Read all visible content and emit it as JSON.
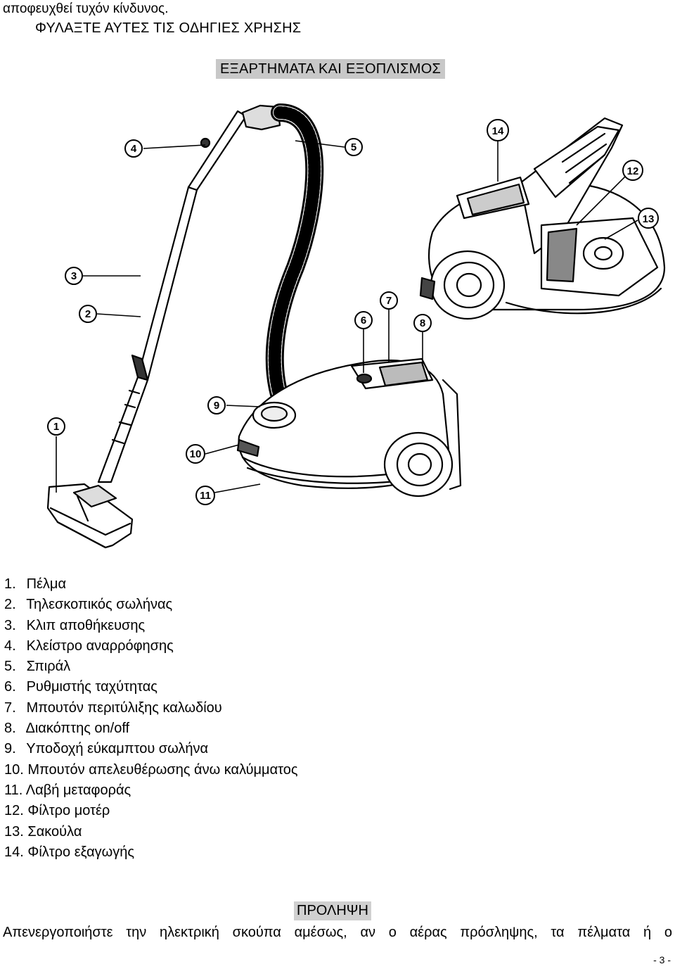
{
  "header": {
    "top_line": "αποφευχθεί τυχόν κίνδυνος.",
    "warning_title": "ΦΥΛΑΞΤΕ ΑΥΤΕΣ ΤΙΣ ΟΔΗΓΙΕΣ ΧΡΗΣΗΣ"
  },
  "section": {
    "title": "ΕΞΑΡΤΗΜΑΤΑ ΚΑΙ ΕΞΟΠΛΙΣΜΟΣ"
  },
  "figure": {
    "labels": [
      "1",
      "2",
      "3",
      "4",
      "5",
      "6",
      "7",
      "8",
      "9",
      "10",
      "11",
      "12",
      "13",
      "14"
    ]
  },
  "parts": [
    {
      "num": "1.",
      "text": "Πέλμα"
    },
    {
      "num": "2.",
      "text": "Τηλεσκοπικός σωλήνας"
    },
    {
      "num": "3.",
      "text": "Κλιπ αποθήκευσης"
    },
    {
      "num": "4.",
      "text": "Κλείστρο αναρρόφησης"
    },
    {
      "num": "5.",
      "text": "Σπιράλ"
    },
    {
      "num": "6.",
      "text": "Ρυθμιστής ταχύτητας"
    },
    {
      "num": "7.",
      "text": "Μπουτόν περιτύλιξης καλωδίου"
    },
    {
      "num": "8.",
      "text": "Διακόπτης on/off"
    },
    {
      "num": "9.",
      "text": "Υποδοχή εύκαμπτου σωλήνα"
    },
    {
      "num": "10.",
      "text": "Μπουτόν απελευθέρωσης άνω καλύμματος"
    },
    {
      "num": "11.",
      "text": "Λαβή μεταφοράς"
    },
    {
      "num": "12.",
      "text": "Φίλτρο μοτέρ"
    },
    {
      "num": "13.",
      "text": "Σακούλα"
    },
    {
      "num": "14.",
      "text": "Φίλτρο εξαγωγής"
    }
  ],
  "caution": {
    "title": "ΠΡΟΛΗΨΗ",
    "text": "Απενεργοποιήστε την ηλεκτρική σκούπα αμέσως, αν ο αέρας πρόσληψης, τα πέλματα ή ο"
  },
  "footer": {
    "page_number": "- 3 -"
  }
}
